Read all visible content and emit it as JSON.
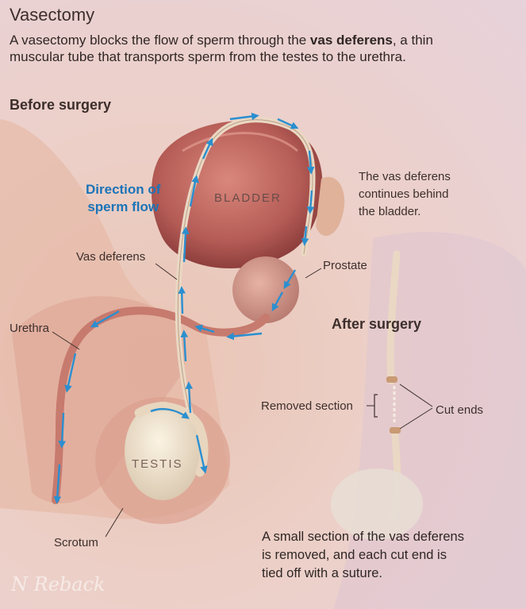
{
  "title": "Vasectomy",
  "intro": {
    "line1_before": "A vasectomy blocks the flow of sperm through the ",
    "line1_bold": "vas deferens",
    "line1_after": ", a thin",
    "line2": "muscular tube that transports sperm from the testes to the urethra."
  },
  "before_heading": "Before surgery",
  "after_heading": "After surgery",
  "flow_label": {
    "line1": "Direction of",
    "line2": "sperm flow"
  },
  "labels": {
    "bladder": "BLADDER",
    "testis": "TESTIS",
    "vas_deferens": "Vas deferens",
    "urethra": "Urethra",
    "prostate": "Prostate",
    "scrotum": "Scrotum",
    "removed_section": "Removed section",
    "cut_ends": "Cut ends"
  },
  "continues_note": [
    "The vas deferens",
    "continues behind",
    "the bladder."
  ],
  "outro": [
    "A small section of the vas deferens",
    "is removed, and each cut end is",
    "tied off with a suture."
  ],
  "signature": "N Reback",
  "colors": {
    "flow_arrow": "#2a8fd0",
    "flow_text": "#1b74b8",
    "tissue": "#c77a6e",
    "vas": "#ead8c4"
  }
}
